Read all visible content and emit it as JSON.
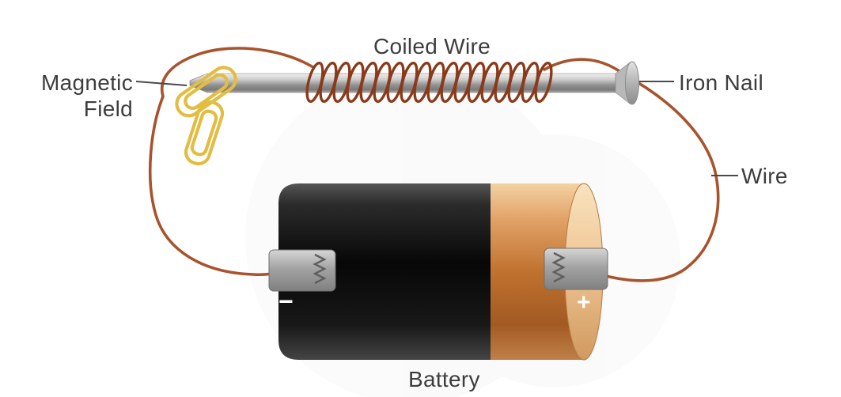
{
  "labels": {
    "coiled_wire": "Coiled Wire",
    "magnetic_field": {
      "line1": "Magnetic",
      "line2": "Field"
    },
    "iron_nail": "Iron Nail",
    "wire": "Wire",
    "battery": "Battery"
  },
  "battery_terminals": {
    "negative": "−",
    "positive": "+"
  },
  "colors": {
    "background": "#ffffff",
    "wire_copper": "#a8532c",
    "coil_copper": "#8a3a1a",
    "nail_gray": "#9b9b9b",
    "paperclip_gold": "#e3bd42",
    "battery_black": "#0a0a0a",
    "battery_copper": "#c0722f",
    "terminal_gray": "#a3a3a3",
    "label_text": "#3d3d3d"
  }
}
